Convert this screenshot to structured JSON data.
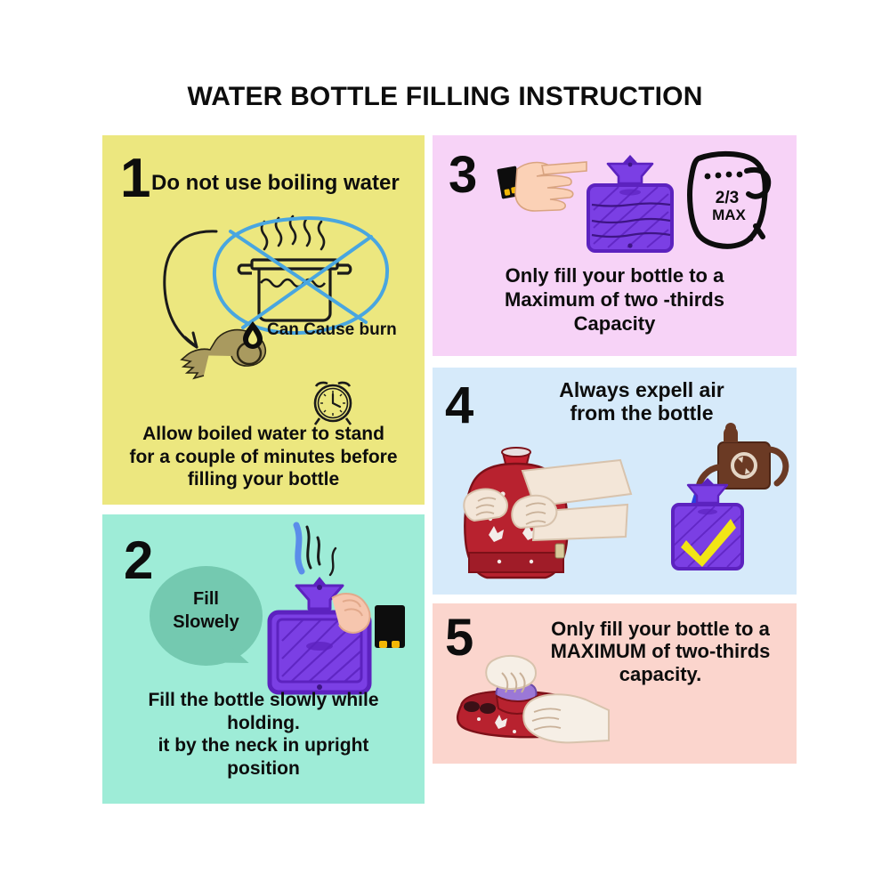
{
  "page": {
    "title": "WATER BOTTLE FILLING INSTRUCTION",
    "background": "#ffffff"
  },
  "panels": [
    {
      "id": 1,
      "number": "1",
      "background": "#ece77f",
      "heading": "Do not use boiling water",
      "inline_label": "Can Cause burn",
      "caption": "Allow boiled water to stand\nfor a couple of minutes before\nfilling your bottle",
      "icons": [
        "boiling-pot-crossed-out-icon",
        "curved-arrow-icon",
        "water-drop-icon",
        "burned-hand-icon",
        "alarm-clock-icon"
      ]
    },
    {
      "id": 2,
      "number": "2",
      "background": "#9eecd7",
      "bubble_text": "Fill\nSlowely",
      "caption": "Fill the bottle slowly while\nholding.\nit by the neck in upright\nposition",
      "icons": [
        "purple-hot-water-bottle-icon",
        "steam-icon",
        "hand-holding-icon",
        "kettle-icon"
      ]
    },
    {
      "id": 3,
      "number": "3",
      "background": "#f7d3f7",
      "jug_label": "2/3\nMAX",
      "caption": "Only fill your bottle to a\nMaximum of two -thirds\nCapacity",
      "icons": [
        "pointing-hand-icon",
        "purple-hot-water-bottle-icon",
        "measuring-jug-icon"
      ]
    },
    {
      "id": 4,
      "number": "4",
      "background": "#d6eafa",
      "heading": "Always expell air\nfrom the bottle",
      "icons": [
        "red-knitted-bottle-cover-icon",
        "hands-squeezing-icon",
        "brown-kettle-pouring-icon",
        "purple-hot-water-bottle-icon",
        "yellow-check-icon"
      ]
    },
    {
      "id": 5,
      "number": "5",
      "background": "#fbd5cd",
      "heading": "Only fill your bottle to a\nMAXIMUM of two-thirds\ncapacity.",
      "icons": [
        "hands-inserting-bottle-icon",
        "red-knitted-cover-icon"
      ]
    }
  ],
  "colors": {
    "panel1": "#ece77f",
    "panel2": "#9eecd7",
    "panel3": "#f7d3f7",
    "panel4": "#d6eafa",
    "panel5": "#fbd5cd",
    "bottle_purple": "#7b3fe4",
    "bottle_purple_dark": "#5c22bf",
    "cover_red": "#b8222f",
    "check_yellow": "#f2e515",
    "bubble_teal": "#74c9b0",
    "cross_blue": "#49a6e0",
    "text": "#0d0d0d"
  }
}
